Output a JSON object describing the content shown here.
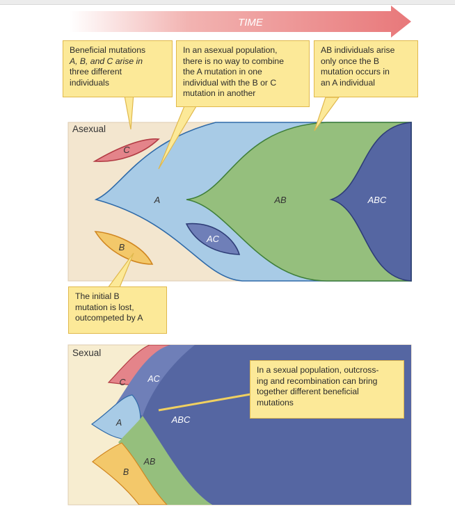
{
  "time_label": "TIME",
  "asexual_panel": {
    "title": "Asexual",
    "lineages": {
      "c": "C",
      "b": "B",
      "a": "A",
      "ac": "AC",
      "ab": "AB",
      "abc": "ABC"
    }
  },
  "sexual_panel": {
    "title": "Sexual",
    "lineages": {
      "c": "C",
      "ac": "AC",
      "a": "A",
      "abc": "ABC",
      "ab": "AB",
      "b": "B"
    }
  },
  "callouts": {
    "beneficial": [
      "Beneficial mutations",
      "A, B, and C arise in",
      "three different",
      "individuals"
    ],
    "asexual_combine": [
      "In an asexual population,",
      "there is no way to combine",
      "the A mutation in one",
      "individual with the B or C",
      "mutation in another"
    ],
    "ab_arise": [
      "AB individuals arise",
      "only once the B",
      "mutation occurs in",
      "an A individual"
    ],
    "b_lost": [
      "The initial B",
      "mutation is lost,",
      "outcompeted by A"
    ],
    "sexual_recombine": [
      "In a sexual population, outcross-",
      "ing and recombination can bring",
      "together different beneficial",
      "mutations"
    ]
  },
  "colors": {
    "background_panel": "#f3e6cf",
    "lineage_a": "#a8cbe6",
    "lineage_b": "#f3c86a",
    "lineage_c": "#e4848a",
    "lineage_ac": "#6f7fb8",
    "lineage_ab": "#95bf7d",
    "lineage_abc": "#5566a2",
    "callout_fill": "#fce998",
    "time_arrow": "#e8787a"
  }
}
